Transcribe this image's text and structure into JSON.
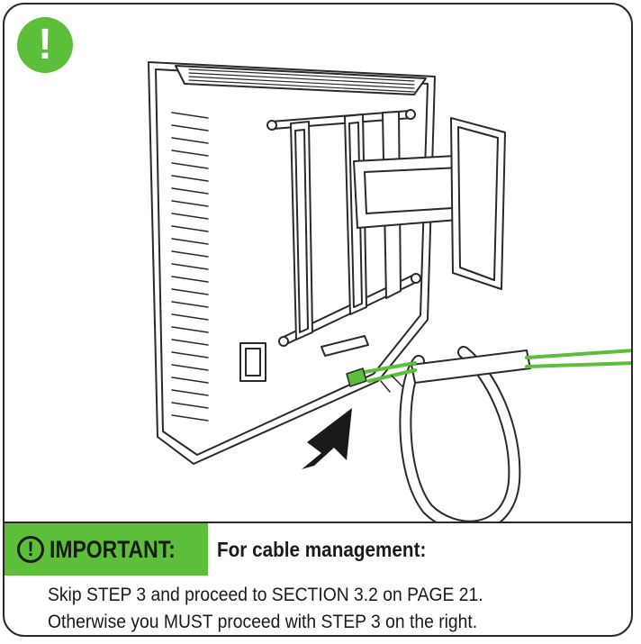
{
  "alert_badge": {
    "glyph": "!",
    "color": "#5cbf3a"
  },
  "important": {
    "icon_glyph": "!",
    "label": "IMPORTANT:",
    "heading": "For cable management:",
    "accent_color": "#5cbf3a"
  },
  "instructions": [
    "Skip STEP 3 and proceed to SECTION 3.2 on PAGE 21.",
    "Otherwise you MUST proceed with STEP 3 on the right."
  ]
}
